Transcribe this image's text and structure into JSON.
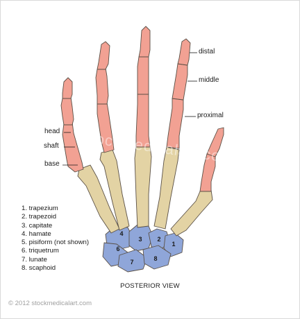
{
  "labels": {
    "distal": "distal",
    "middle": "middle",
    "proximal": "proximal",
    "head": "head",
    "shaft": "shaft",
    "base": "base"
  },
  "legend": [
    "1. trapezium",
    "2. trapezoid",
    "3. capitate",
    "4. hamate",
    "5. pisiform (not shown)",
    "6. triquetrum",
    "7. lunate",
    "8. scaphoid"
  ],
  "bone_numbers": [
    "1",
    "2",
    "3",
    "4",
    "6",
    "7",
    "8"
  ],
  "caption": "POSTERIOR VIEW",
  "copyright": "© 2012 stockmedicalart.com",
  "watermark": "stockmedicalart.com",
  "colors": {
    "phalanges": "#f2a193",
    "metacarpals": "#e3d3a4",
    "carpals": "#8fa6d9",
    "outline": "#5a5046"
  }
}
